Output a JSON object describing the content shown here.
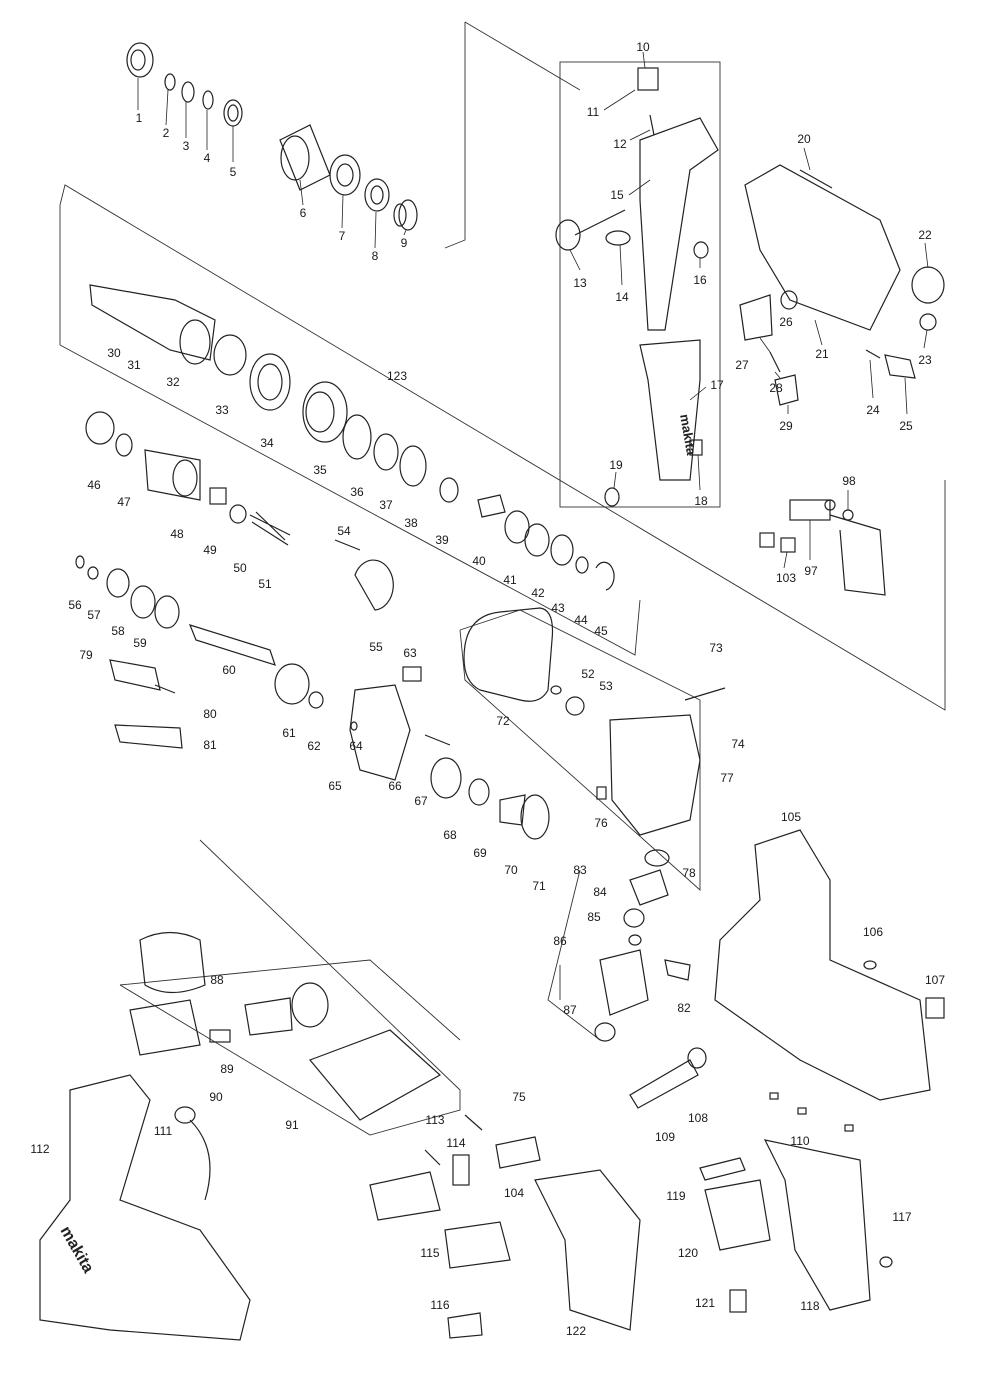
{
  "diagram": {
    "type": "exploded-parts-view",
    "part_numbers": [
      "1",
      "2",
      "3",
      "4",
      "5",
      "6",
      "7",
      "8",
      "9",
      "10",
      "11",
      "12",
      "13",
      "14",
      "15",
      "16",
      "17",
      "18",
      "19",
      "20",
      "21",
      "22",
      "23",
      "24",
      "25",
      "26",
      "27",
      "28",
      "29",
      "30",
      "31",
      "32",
      "33",
      "34",
      "35",
      "36",
      "37",
      "38",
      "39",
      "40",
      "41",
      "42",
      "43",
      "44",
      "45",
      "46",
      "47",
      "48",
      "49",
      "50",
      "51",
      "52",
      "53",
      "54",
      "55",
      "56",
      "57",
      "58",
      "59",
      "60",
      "61",
      "62",
      "63",
      "64",
      "65",
      "66",
      "67",
      "68",
      "69",
      "70",
      "71",
      "72",
      "73",
      "74",
      "75",
      "76",
      "77",
      "78",
      "79",
      "80",
      "81",
      "82",
      "83",
      "84",
      "85",
      "86",
      "87",
      "88",
      "89",
      "90",
      "91",
      "97",
      "98",
      "103",
      "104",
      "105",
      "106",
      "107",
      "108",
      "109",
      "110",
      "111",
      "112",
      "113",
      "114",
      "115",
      "116",
      "117",
      "118",
      "119",
      "120",
      "121",
      "122",
      "123"
    ],
    "brand_text": "makita"
  }
}
